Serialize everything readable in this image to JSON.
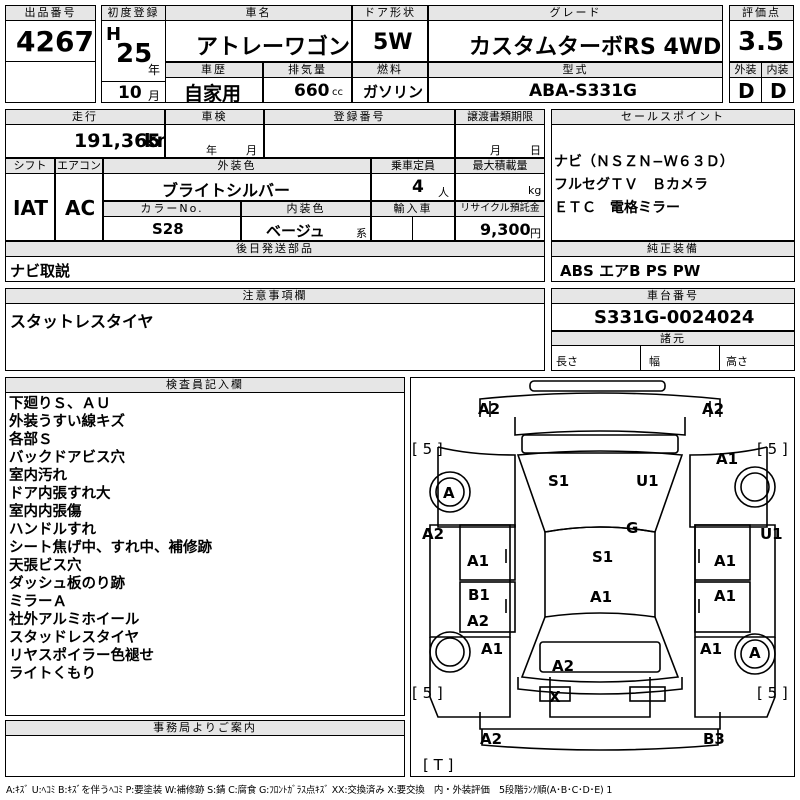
{
  "header": {
    "lot_no_label": "出品番号",
    "lot_no": "4267",
    "first_reg_label": "初度登録",
    "era": "H",
    "year": "25",
    "year_unit": "年",
    "month": "10",
    "month_unit": "月",
    "car_name_label": "車名",
    "car_name": "アトレーワゴン",
    "door_label": "ドア形状",
    "door": "5W",
    "grade_label": "グレード",
    "grade": "カスタムターボRS 4WD",
    "score_label": "評価点",
    "score": "3.5",
    "ext_label": "外装",
    "ext": "D",
    "int_label": "内装",
    "int": "D",
    "history_label": "車歴",
    "history": "自家用",
    "displacement_label": "排気量",
    "displacement": "660",
    "cc": "cc",
    "fuel_label": "燃料",
    "fuel": "ガソリン",
    "model_label": "型式",
    "model": "ABA-S331G"
  },
  "row2": {
    "mileage_label": "走行",
    "mileage": "191,365",
    "km": "km",
    "inspection_label": "車検",
    "insp_year": "年",
    "insp_month": "月",
    "reg_no_label": "登録番号",
    "transfer_label": "譲渡書類期限",
    "transfer_month": "月",
    "transfer_day": "日",
    "sales_point_label": "セールスポイント",
    "sales_points": [
      "ナビ（ＮＳＺＮ−Ｗ６３Ｄ）",
      "フルセグＴＶ　Ｂカメラ",
      "ＥＴＣ　電格ミラー"
    ],
    "shift_label": "シフト",
    "shift": "IAT",
    "ac_label": "エアコン",
    "ac": "AC",
    "color_label": "外装色",
    "color": "ブライトシルバー",
    "capacity_label": "乗車定員",
    "capacity": "4",
    "capacity_unit": "人",
    "max_load_label": "最大積載量",
    "max_load_unit": "kg",
    "color_no_label": "カラーNo.",
    "color_no": "S28",
    "int_color_label": "内装色",
    "int_color": "ベージュ",
    "int_color_unit": "系",
    "import_label": "輸入車",
    "recycle_label": "リサイクル預託金",
    "recycle": "9,300",
    "recycle_unit": "円",
    "later_label": "後日発送部品",
    "later": "ナビ取説",
    "equip_label": "純正装備",
    "equip": "ABS エアB PS PW"
  },
  "notes": {
    "caution_label": "注意事項欄",
    "caution": "スタットレスタイヤ",
    "chassis_label": "車台番号",
    "chassis": "S331G-0024024",
    "spec_label": "諸元",
    "length": "長さ",
    "width": "幅",
    "height": "高さ",
    "inspector_label": "検査員記入欄",
    "inspector_lines": [
      "下廻りＳ、ＡＵ",
      "外装うすい線キズ",
      "各部Ｓ",
      "バックドアビス穴",
      "室内汚れ",
      "ドア内張すれ大",
      "室内内張傷",
      "ハンドルすれ",
      "シート焦げ中、すれ中、補修跡",
      "天張ビス穴",
      "ダッシュ板のり跡",
      "ミラーＡ",
      "社外アルミホイール",
      "スタッドレスタイヤ",
      "リヤスポイラー色褪せ",
      "ライトくもり"
    ],
    "office_label": "事務局よりご案内",
    "legend": "A:ｷｽﾞ U:ﾍｺﾐ B:ｷｽﾞを伴うﾍｺﾐ P:要塗装 W:補修跡 S:錆 C:腐食 G:ﾌﾛﾝﾄｶﾞﾗｽ点ｷｽﾞ XX:交換済み X:要交換　内・外装評価　5段階ﾗﾝｸ順(A･B･C･D･E) 1"
  },
  "diagram": {
    "a2_tl": "A2",
    "a2_tr": "A2",
    "b5_l1": "[ 5 ]",
    "b5_r1": "[ 5 ]",
    "a1_r1": "A1",
    "circle_a_left": "A",
    "s1_top": "S1",
    "u1_top": "U1",
    "g": "G",
    "a2_l": "A2",
    "u1_r": "U1",
    "a1_ml": "A1",
    "s1_mid": "S1",
    "a1_mr": "A1",
    "b1": "B1",
    "a1_c": "A1",
    "a1_rr": "A1",
    "a2_lr": "A2",
    "a1_l2": "A1",
    "a1_r2": "A1",
    "a2_bot": "A2",
    "circle_a_right": "A",
    "b5_l2": "[ 5 ]",
    "b5_r2": "[ 5 ]",
    "x": "X",
    "a2_bl": "A2",
    "b3": "B3",
    "t": "[ T ]"
  }
}
